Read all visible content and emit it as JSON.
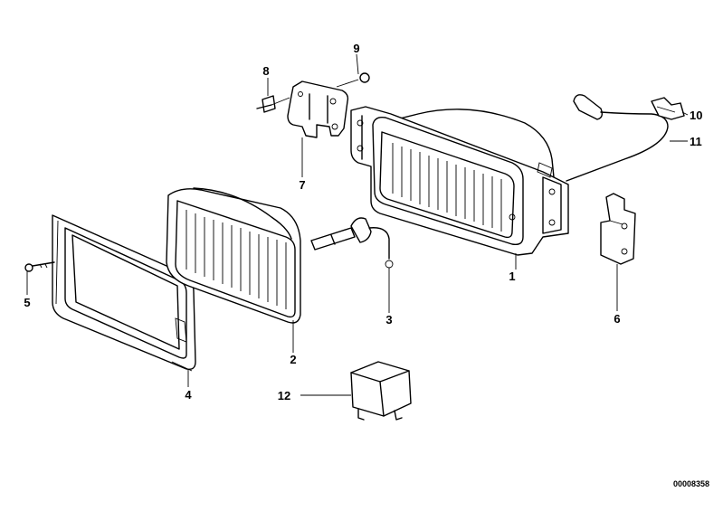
{
  "diagram": {
    "reference_code": "00008358",
    "parts": [
      {
        "id": "p1",
        "number": "1"
      },
      {
        "id": "p2",
        "number": "2"
      },
      {
        "id": "p3",
        "number": "3"
      },
      {
        "id": "p4",
        "number": "4"
      },
      {
        "id": "p5",
        "number": "5"
      },
      {
        "id": "p6",
        "number": "6"
      },
      {
        "id": "p7",
        "number": "7"
      },
      {
        "id": "p8",
        "number": "8"
      },
      {
        "id": "p9",
        "number": "9"
      },
      {
        "id": "p10",
        "number": "10"
      },
      {
        "id": "p11",
        "number": "11"
      },
      {
        "id": "p12",
        "number": "12"
      }
    ]
  }
}
